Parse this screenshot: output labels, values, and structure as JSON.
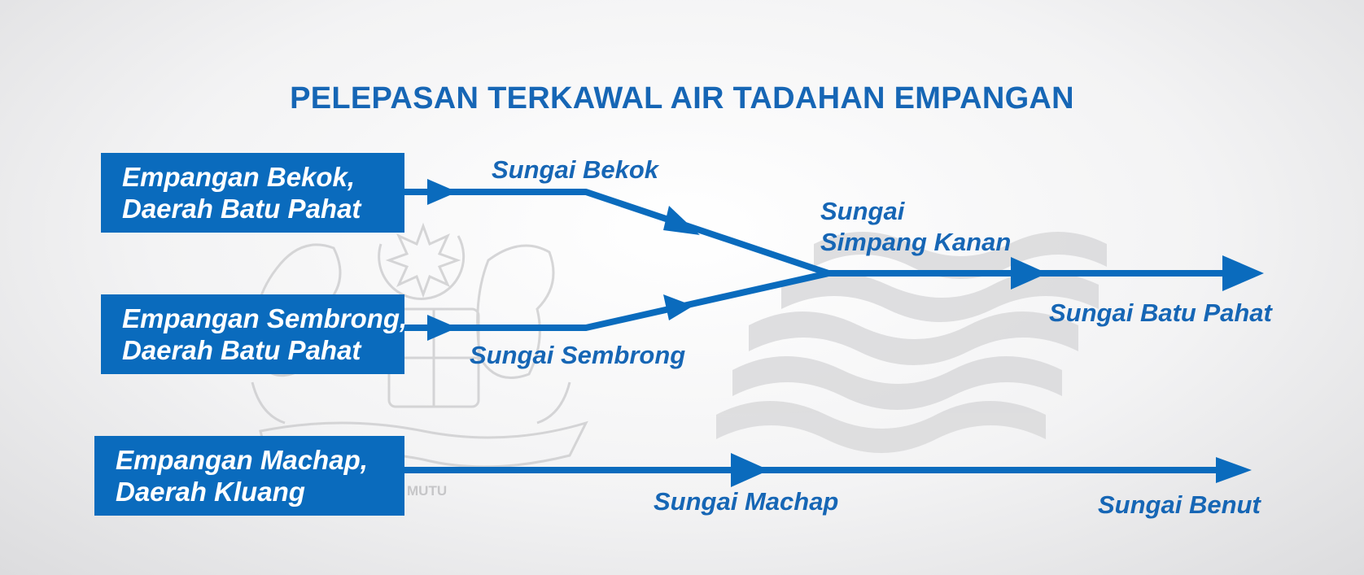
{
  "title": "PELEPASAN TERKAWAL AIR TADAHAN EMPANGAN",
  "dams": [
    {
      "line1": "Empangan Bekok,",
      "line2": "Daerah Batu Pahat"
    },
    {
      "line1": "Empangan Sembrong,",
      "line2": "Daerah Batu Pahat"
    },
    {
      "line1": "Empangan Machap,",
      "line2": "Daerah Kluang"
    }
  ],
  "rivers": {
    "bekok": "Sungai Bekok",
    "sembrong": "Sungai Sembrong",
    "simpang_kanan_line1": "Sungai",
    "simpang_kanan_line2": "Simpang Kanan",
    "batu_pahat": "Sungai Batu Pahat",
    "machap": "Sungai Machap",
    "benut": "Sungai Benut"
  },
  "watermark": {
    "motto_fragment": "MUTU"
  },
  "colors": {
    "accent": "#0a6bbd",
    "text": "#1666b5",
    "watermark": "#c8c8ca"
  }
}
